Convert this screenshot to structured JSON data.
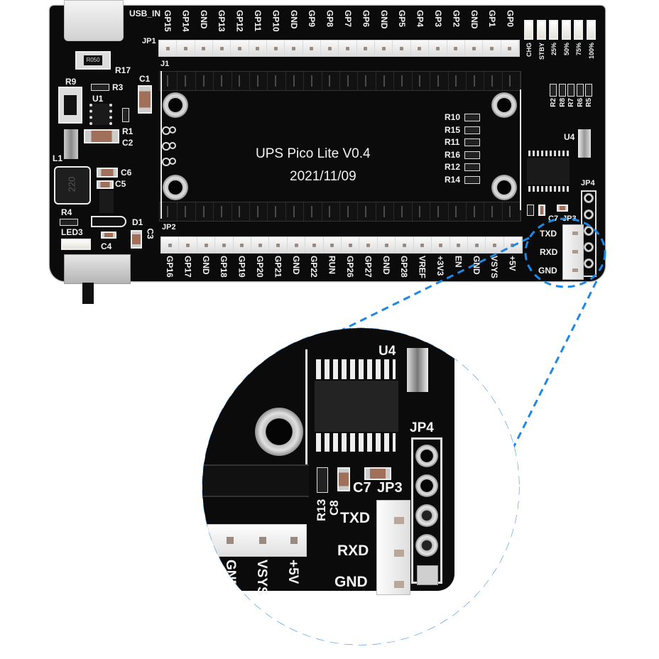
{
  "board": {
    "title": "UPS Pico Lite V0.4",
    "date": "2021/11/09",
    "usb_label": "USB_IN",
    "colors": {
      "pcb": "#0b0b0b",
      "silkscreen": "#f2f2f2",
      "header": "#f0f0f0",
      "callout": "#1e88e5"
    },
    "top_header": {
      "label": "JP1",
      "pins": [
        "GP15",
        "GP14",
        "GND",
        "GP13",
        "GP12",
        "GP11",
        "GP10",
        "GND",
        "GP9",
        "GP8",
        "GP7",
        "GP6",
        "GND",
        "GP5",
        "GP4",
        "GP3",
        "GP2",
        "GND",
        "GP1",
        "GP0"
      ]
    },
    "bottom_header": {
      "label": "JP2",
      "pins": [
        "GP16",
        "GP17",
        "GND",
        "GP18",
        "GP19",
        "GP20",
        "GP21",
        "GND",
        "GP22",
        "RUN",
        "GP26",
        "GP27",
        "GND",
        "GP28",
        "VREF",
        "+3V3",
        "EN",
        "GND",
        "VSYS",
        "+5V"
      ]
    },
    "socket_label": "J1",
    "leds": {
      "labels": [
        "CHG",
        "STBY",
        "25%",
        "50%",
        "75%",
        "100%"
      ],
      "resistors": [
        "R2",
        "R8",
        "R7",
        "R6",
        "R5"
      ]
    },
    "resistor_column": [
      "R10",
      "R15",
      "R11",
      "R16",
      "R12",
      "R14"
    ],
    "left_components": {
      "R17": "R17",
      "R050_marking": "R050",
      "R9": "R9",
      "R3": "R3",
      "U1": "U1",
      "C1": "C1",
      "R1": "R1",
      "C2": "C2",
      "L1": "L1",
      "inductor_marking": "220",
      "C6": "C6",
      "C5": "C5",
      "R4": "R4",
      "D1": "D1",
      "LED3": "LED3",
      "C4": "C4",
      "C3": "C3"
    },
    "right_components": {
      "U4": "U4",
      "JP4": "JP4",
      "JP3": "JP3",
      "C7": "C7",
      "R13": "R13",
      "C8": "C8"
    },
    "uart": {
      "labels": [
        "TXD",
        "RXD",
        "GND"
      ]
    }
  },
  "zoom_view": {
    "labels": {
      "U4": "U4",
      "JP4": "JP4",
      "JP3": "JP3",
      "C7": "C7",
      "R13": "R13",
      "C8": "C8"
    },
    "uart_labels": [
      "TXD",
      "RXD",
      "GND"
    ],
    "header_labels": [
      "GND",
      "VSYS",
      "+5V"
    ]
  }
}
